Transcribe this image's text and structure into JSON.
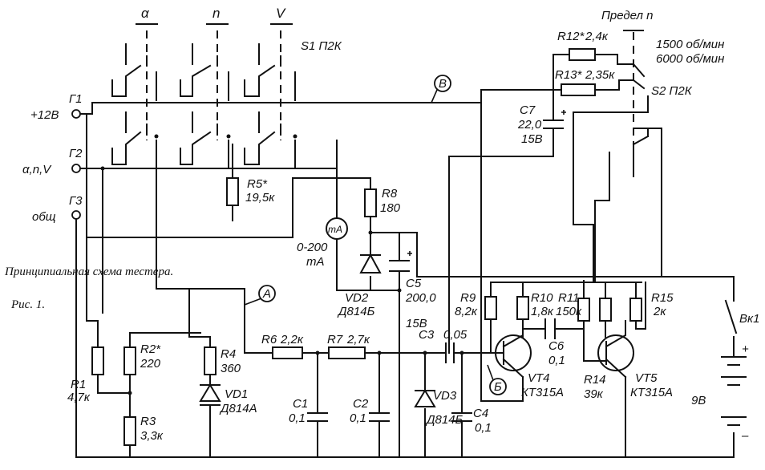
{
  "caption": {
    "title": "Принципиальная схема тестера.",
    "figure": "Рис. 1."
  },
  "switches": {
    "s1": {
      "positions": [
        "α",
        "n",
        "V"
      ],
      "label": "S1 П2К"
    },
    "s2": {
      "title": "Предел n",
      "ranges": [
        "1500 об/мин",
        "6000 об/мин"
      ],
      "label": "S2 П2К"
    }
  },
  "terminals": [
    {
      "id": "Г1",
      "label": "+12В"
    },
    {
      "id": "Г2",
      "label": "α,n,V"
    },
    {
      "id": "Г3",
      "label": "общ"
    }
  ],
  "nodes": [
    "А",
    "Б",
    "В"
  ],
  "meter": {
    "symbol": "mA",
    "range": "0-200",
    "unit": "mA"
  },
  "resistors": [
    {
      "ref": "R1",
      "value": "4,7к"
    },
    {
      "ref": "R2*",
      "value": "220"
    },
    {
      "ref": "R3",
      "value": "3,3к"
    },
    {
      "ref": "R4",
      "value": "360"
    },
    {
      "ref": "R5*",
      "value": "19,5к"
    },
    {
      "ref": "R6",
      "value": "2,2к"
    },
    {
      "ref": "R7",
      "value": "2,7к"
    },
    {
      "ref": "R8",
      "value": "180"
    },
    {
      "ref": "R9",
      "value": "8,2к"
    },
    {
      "ref": "R10",
      "value": "1,8к"
    },
    {
      "ref": "R11",
      "value": "150к"
    },
    {
      "ref": "R12*",
      "value": "2,4к"
    },
    {
      "ref": "R13*",
      "value": "2,35к"
    },
    {
      "ref": "R14",
      "value": "39к"
    },
    {
      "ref": "R15",
      "value": "2к"
    }
  ],
  "capacitors": [
    {
      "ref": "С1",
      "value": "0,1"
    },
    {
      "ref": "С2",
      "value": "0,1"
    },
    {
      "ref": "С3",
      "value": "0,05"
    },
    {
      "ref": "С4",
      "value": "0,1"
    },
    {
      "ref": "С5",
      "value": "200,0",
      "voltage": "15В"
    },
    {
      "ref": "С6",
      "value": "0,1"
    },
    {
      "ref": "С7",
      "value": "22,0",
      "voltage": "15В"
    }
  ],
  "diodes": [
    {
      "ref": "VD1",
      "type": "Д814А"
    },
    {
      "ref": "VD2",
      "type": "Д814Б"
    },
    {
      "ref": "VD3",
      "type": "Д814Б"
    }
  ],
  "transistors": [
    {
      "ref": "VT4",
      "type": "КТ315А"
    },
    {
      "ref": "VT5",
      "type": "КТ315А"
    }
  ],
  "power": {
    "switch": "Вк1",
    "battery": "9В",
    "plus": "+",
    "minus": "–"
  }
}
